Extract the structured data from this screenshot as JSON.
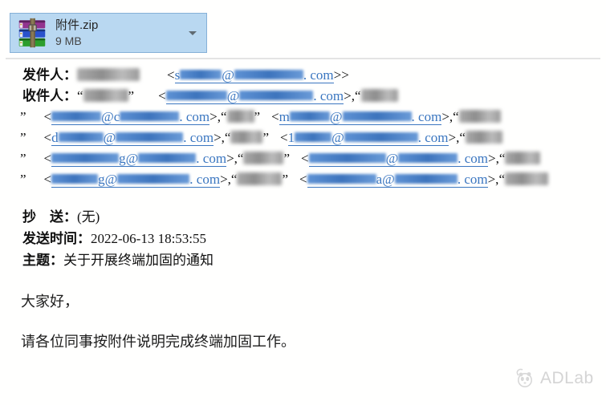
{
  "attachment": {
    "filename": "附件.zip",
    "size": "9 MB",
    "icon": "winrar-archive-icon",
    "dropdown_icon": "chevron-down",
    "bg_color": "#b9d8f1",
    "border_color": "#86b0d7"
  },
  "mail": {
    "link_color": "#3a76c0",
    "from_line": [
      {
        "k": "lbl",
        "v": "发件人："
      },
      {
        "k": "g",
        "w": 78
      },
      {
        "k": "s",
        "w": 34
      },
      {
        "k": "t",
        "v": "<"
      },
      {
        "k": "e",
        "p": [
          {
            "t": "s"
          },
          {
            "b": 52
          },
          {
            "t": "@"
          },
          {
            "b": 86
          },
          {
            "t": ". com"
          }
        ]
      },
      {
        "k": "t",
        "v": ">>"
      }
    ],
    "to_lines": [
      [
        {
          "k": "lbl",
          "v": "收件人："
        },
        {
          "k": "t",
          "v": "“"
        },
        {
          "k": "g",
          "w": 56
        },
        {
          "k": "t",
          "v": "”"
        },
        {
          "k": "s",
          "w": 30
        },
        {
          "k": "t",
          "v": "<"
        },
        {
          "k": "e",
          "p": [
            {
              "b": 76
            },
            {
              "t": "@"
            },
            {
              "b": 92
            },
            {
              "t": ". com"
            }
          ]
        },
        {
          "k": "t",
          "v": ">,"
        },
        {
          "k": "t",
          "v": "“"
        },
        {
          "k": "g",
          "w": 46
        }
      ],
      [
        {
          "k": "t",
          "v": "”"
        },
        {
          "k": "s",
          "w": 22
        },
        {
          "k": "t",
          "v": "<"
        },
        {
          "k": "e",
          "p": [
            {
              "b": 62
            },
            {
              "t": "@c"
            },
            {
              "b": 74
            },
            {
              "t": ". com"
            }
          ]
        },
        {
          "k": "t",
          "v": ">,"
        },
        {
          "k": "t",
          "v": "“"
        },
        {
          "k": "g",
          "w": 34
        },
        {
          "k": "t",
          "v": "”"
        },
        {
          "k": "s",
          "w": 14
        },
        {
          "k": "t",
          "v": "<"
        },
        {
          "k": "e",
          "p": [
            {
              "t": "m"
            },
            {
              "b": 50
            },
            {
              "t": "@"
            },
            {
              "b": 86
            },
            {
              "t": ". com"
            }
          ]
        },
        {
          "k": "t",
          "v": ">,"
        },
        {
          "k": "t",
          "v": "“"
        },
        {
          "k": "g",
          "w": 52
        }
      ],
      [
        {
          "k": "t",
          "v": "”"
        },
        {
          "k": "s",
          "w": 22
        },
        {
          "k": "t",
          "v": "<"
        },
        {
          "k": "e",
          "p": [
            {
              "t": "d"
            },
            {
              "b": 56
            },
            {
              "t": "@"
            },
            {
              "b": 84
            },
            {
              "t": ". com"
            }
          ]
        },
        {
          "k": "t",
          "v": ">,"
        },
        {
          "k": "t",
          "v": "“"
        },
        {
          "k": "g",
          "w": 40
        },
        {
          "k": "t",
          "v": "”"
        },
        {
          "k": "s",
          "w": 14
        },
        {
          "k": "t",
          "v": "<"
        },
        {
          "k": "e",
          "p": [
            {
              "t": "1"
            },
            {
              "b": 46
            },
            {
              "t": "@"
            },
            {
              "b": 92
            },
            {
              "t": ". com"
            }
          ]
        },
        {
          "k": "t",
          "v": ">,"
        },
        {
          "k": "t",
          "v": "“"
        },
        {
          "k": "g",
          "w": 46
        }
      ],
      [
        {
          "k": "t",
          "v": "”"
        },
        {
          "k": "s",
          "w": 22
        },
        {
          "k": "t",
          "v": "<"
        },
        {
          "k": "e",
          "p": [
            {
              "b": 84
            },
            {
              "t": "g@"
            },
            {
              "b": 72
            },
            {
              "t": ". com"
            }
          ]
        },
        {
          "k": "t",
          "v": ">,"
        },
        {
          "k": "t",
          "v": "“"
        },
        {
          "k": "g",
          "w": 50
        },
        {
          "k": "t",
          "v": "”"
        },
        {
          "k": "s",
          "w": 14
        },
        {
          "k": "t",
          "v": "<"
        },
        {
          "k": "e",
          "p": [
            {
              "b": 96
            },
            {
              "t": "@"
            },
            {
              "b": 74
            },
            {
              "t": ". com"
            }
          ]
        },
        {
          "k": "t",
          "v": ">,"
        },
        {
          "k": "t",
          "v": "“"
        },
        {
          "k": "g",
          "w": 44
        }
      ],
      [
        {
          "k": "t",
          "v": "”"
        },
        {
          "k": "s",
          "w": 22
        },
        {
          "k": "t",
          "v": "<"
        },
        {
          "k": "e",
          "p": [
            {
              "b": 58
            },
            {
              "t": "g@"
            },
            {
              "b": 90
            },
            {
              "t": ". com"
            }
          ]
        },
        {
          "k": "t",
          "v": ">,"
        },
        {
          "k": "t",
          "v": "“"
        },
        {
          "k": "g",
          "w": 56
        },
        {
          "k": "t",
          "v": "”"
        },
        {
          "k": "s",
          "w": 14
        },
        {
          "k": "t",
          "v": "<"
        },
        {
          "k": "e",
          "p": [
            {
              "b": 86
            },
            {
              "t": "a@"
            },
            {
              "b": 78
            },
            {
              "t": ". com"
            }
          ]
        },
        {
          "k": "t",
          "v": ">,"
        },
        {
          "k": "t",
          "v": "“"
        },
        {
          "k": "g",
          "w": 54
        }
      ]
    ],
    "cc_label": "抄　送：",
    "cc_value": "(无)",
    "sent_label": "发送时间：",
    "sent_value": "2022-06-13 18:53:55",
    "subject_label": "主题：",
    "subject_value": "关于开展终端加固的通知"
  },
  "body": {
    "greeting": "大家好，",
    "message": "请各位同事按附件说明完成终端加固工作。"
  },
  "watermark": {
    "label": "ADLab",
    "icon": "panda-logo-icon",
    "color": "#d4d4d4"
  }
}
